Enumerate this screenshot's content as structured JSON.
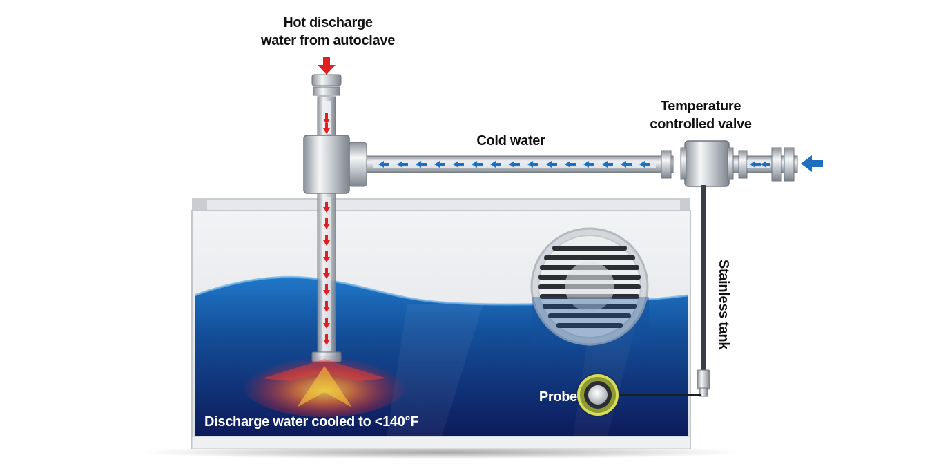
{
  "labels": {
    "hot_discharge_line1": "Hot discharge",
    "hot_discharge_line2": "water from autoclave",
    "cold_water": "Cold water",
    "temp_valve_line1": "Temperature",
    "temp_valve_line2": "controlled valve",
    "stainless_tank": "Stainless tank",
    "probe": "Probe",
    "discharge_cooled": "Discharge water cooled to <140°F"
  },
  "icons": {
    "hot_inlet": "red-down-arrow-icon",
    "cold_inlet": "blue-left-arrow-icon",
    "drain_vent": "round-vent-icon",
    "probe": "probe-sensor-icon"
  },
  "colors": {
    "hot_flow": "#e02020",
    "cold_flow": "#1f6fbf",
    "water_dark": "#0d1a5a",
    "water_light": "#1f78c8",
    "steel": "#b9bec4",
    "probe_ring": "#d7dd5a"
  }
}
